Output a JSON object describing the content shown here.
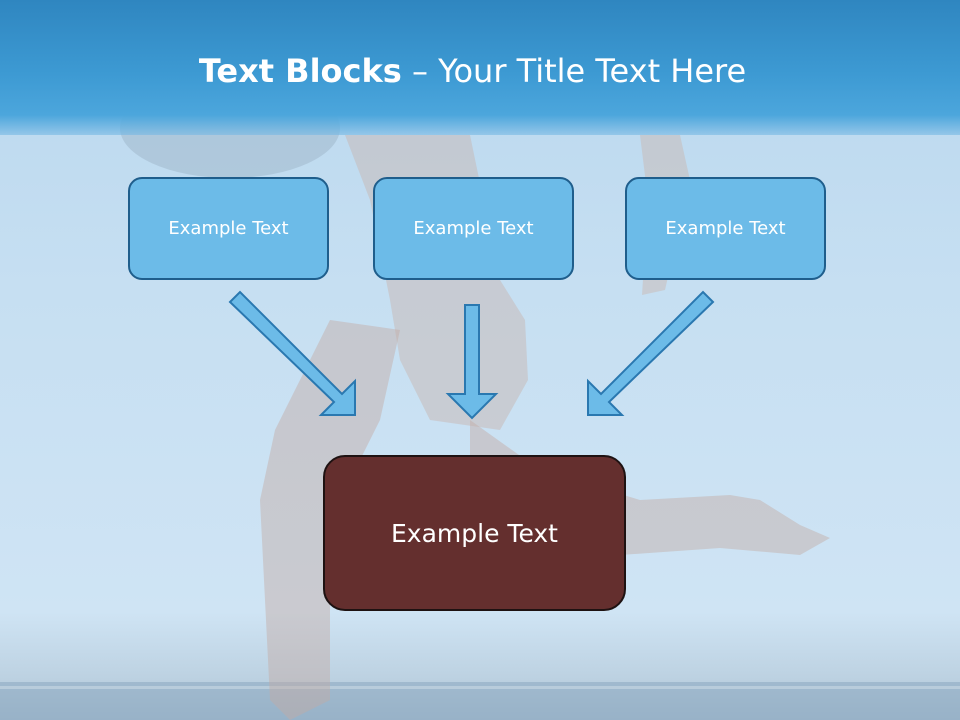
{
  "title": {
    "bold": "Text Blocks",
    "separator": " – ",
    "rest": "Your Title Text Here"
  },
  "top_boxes": [
    {
      "label": "Example Text"
    },
    {
      "label": "Example Text"
    },
    {
      "label": "Example Text"
    }
  ],
  "main_box": {
    "label": "Example Text"
  },
  "colors": {
    "title_bar": "#3d9ad3",
    "box_fill": "#6cbbe8",
    "box_border": "#1f5e8c",
    "main_box_fill": "#642f2e",
    "arrow_fill": "#6cbbe8",
    "arrow_stroke": "#2a78b0"
  }
}
